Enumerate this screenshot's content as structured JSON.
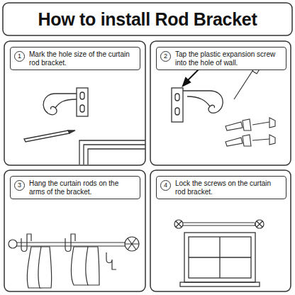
{
  "diagram": {
    "title": "How to install Rod Bracket",
    "nodes": [
      {
        "text": [
          "Mark the hole size of the curtain rod bracket."
        ]
      },
      {
        "text": [
          "1"
        ],
        "in": 0
      },
      {
        "text": [
          "Tap the plastic expansion screw into the hole of wall."
        ]
      },
      {
        "text": [
          "2"
        ],
        "in": 2
      },
      {
        "text": [
          "Hang the curtain rods on the arms of the bracket."
        ]
      },
      {
        "text": [
          "3"
        ],
        "in": 4
      },
      {
        "text": [
          "Lock the screws on the curtain rod bracket."
        ]
      },
      {
        "text": [
          "4"
        ],
        "in": 6
      }
    ]
  }
}
